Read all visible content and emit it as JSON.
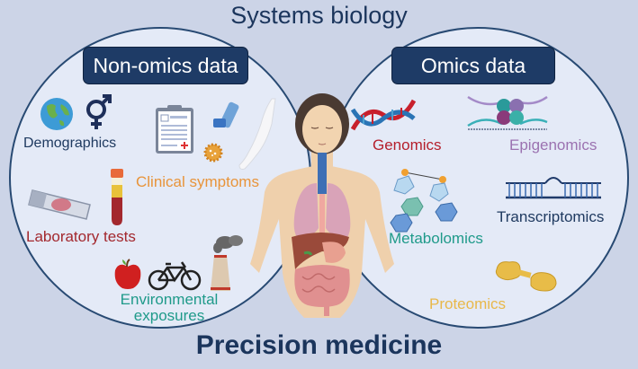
{
  "title_top": "Systems biology",
  "title_bottom": "Precision medicine",
  "left_circle": {
    "header": "Non-omics data",
    "items": [
      {
        "label": "Demographics",
        "color": "#1f3a60",
        "icons": [
          "globe-icon",
          "gender-symbol-icon"
        ]
      },
      {
        "label": "Clinical symptoms",
        "color": "#e8943a",
        "icons": [
          "clipboard-icon",
          "inhaler-icon",
          "pollen-icon",
          "arm-rash-icon"
        ]
      },
      {
        "label": "Laboratory tests",
        "color": "#a3282e",
        "icons": [
          "microscope-slide-icon",
          "blood-tube-icon"
        ]
      },
      {
        "label": "Environmental\nexposures",
        "label_line1": "Environmental",
        "label_line2": "exposures",
        "color": "#1f9a8a",
        "icons": [
          "apple-icon",
          "bicycle-icon",
          "factory-smokestack-icon"
        ]
      }
    ]
  },
  "right_circle": {
    "header": "Omics data",
    "items": [
      {
        "label": "Genomics",
        "color": "#b51f2c",
        "icons": [
          "dna-helix-icon"
        ]
      },
      {
        "label": "Epigenomics",
        "color": "#9b72b0",
        "icons": [
          "nucleosome-icon"
        ]
      },
      {
        "label": "Transcriptomics",
        "color": "#1f3a60",
        "icons": [
          "rna-transcription-icon"
        ]
      },
      {
        "label": "Metabolomics",
        "color": "#1f9a8a",
        "icons": [
          "metabolite-molecule-icon"
        ]
      },
      {
        "label": "Proteomics",
        "color": "#e8b84a",
        "icons": [
          "protein-icon"
        ]
      }
    ]
  },
  "center_figure": "human-body-organs-icon",
  "colors": {
    "background": "#ccd4e7",
    "circle_fill": "#e4eaf7",
    "circle_border": "#284a73",
    "header_box": "#1e3b66",
    "title_text": "#1b355c"
  }
}
